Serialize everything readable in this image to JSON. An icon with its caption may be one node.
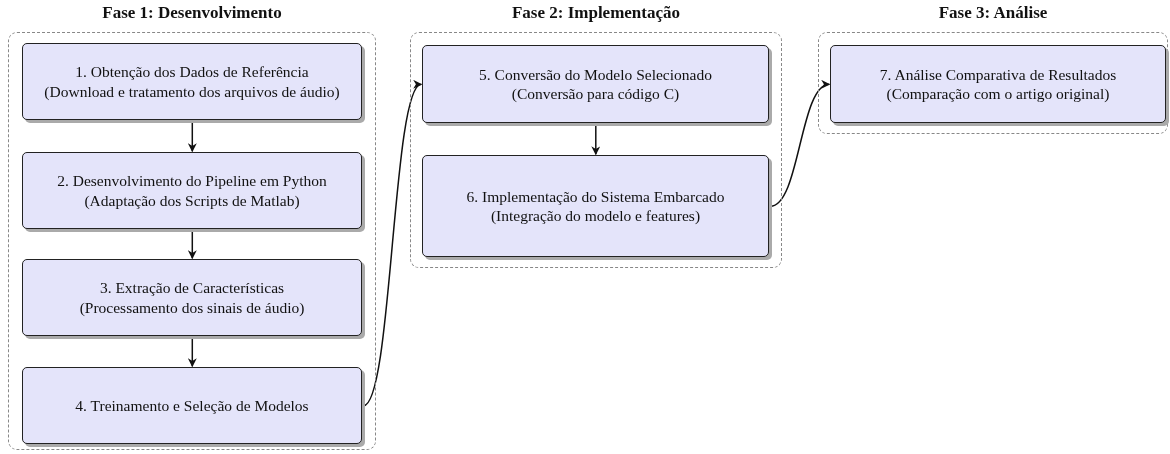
{
  "diagram": {
    "nodes": [
      {
        "text": [
          "Fase 1: Desenvolvimento"
        ]
      },
      {
        "text": [
          "1. Obtenção dos Dados de Referência",
          "(Download e tratamento dos arquivos de áudio)"
        ],
        "in": 0
      },
      {
        "text": [
          "2. Desenvolvimento do Pipeline em Python",
          "(Adaptação dos Scripts de Matlab)"
        ],
        "in": 0
      },
      {
        "text": [
          "3. Extração de Características",
          "(Processamento dos sinais de áudio)"
        ],
        "in": 0
      },
      {
        "text": [
          "4. Treinamento e Seleção de Modelos"
        ],
        "in": 0
      },
      {
        "text": [
          "Fase 2: Implementação"
        ]
      },
      {
        "text": [
          "5. Conversão do Modelo Selecionado",
          "(Conversão para código C)"
        ],
        "in": 5
      },
      {
        "text": [
          "6. Implementação do Sistema Embarcado",
          "(Integração do modelo e features)"
        ],
        "in": 5
      },
      {
        "text": [
          "Fase 3: Análise"
        ]
      },
      {
        "text": [
          "7. Análise Comparativa de Resultados",
          "(Comparação com o artigo original)"
        ],
        "in": 8
      }
    ],
    "edges": [
      {
        "from": 1,
        "to": 2,
        "arrow": "to"
      },
      {
        "from": 2,
        "to": 3,
        "arrow": "to"
      },
      {
        "from": 3,
        "to": 4,
        "arrow": "to"
      },
      {
        "from": 4,
        "to": 6,
        "arrow": "to"
      },
      {
        "from": 6,
        "to": 7,
        "arrow": "to"
      },
      {
        "from": 7,
        "to": 9,
        "arrow": "to"
      }
    ]
  }
}
